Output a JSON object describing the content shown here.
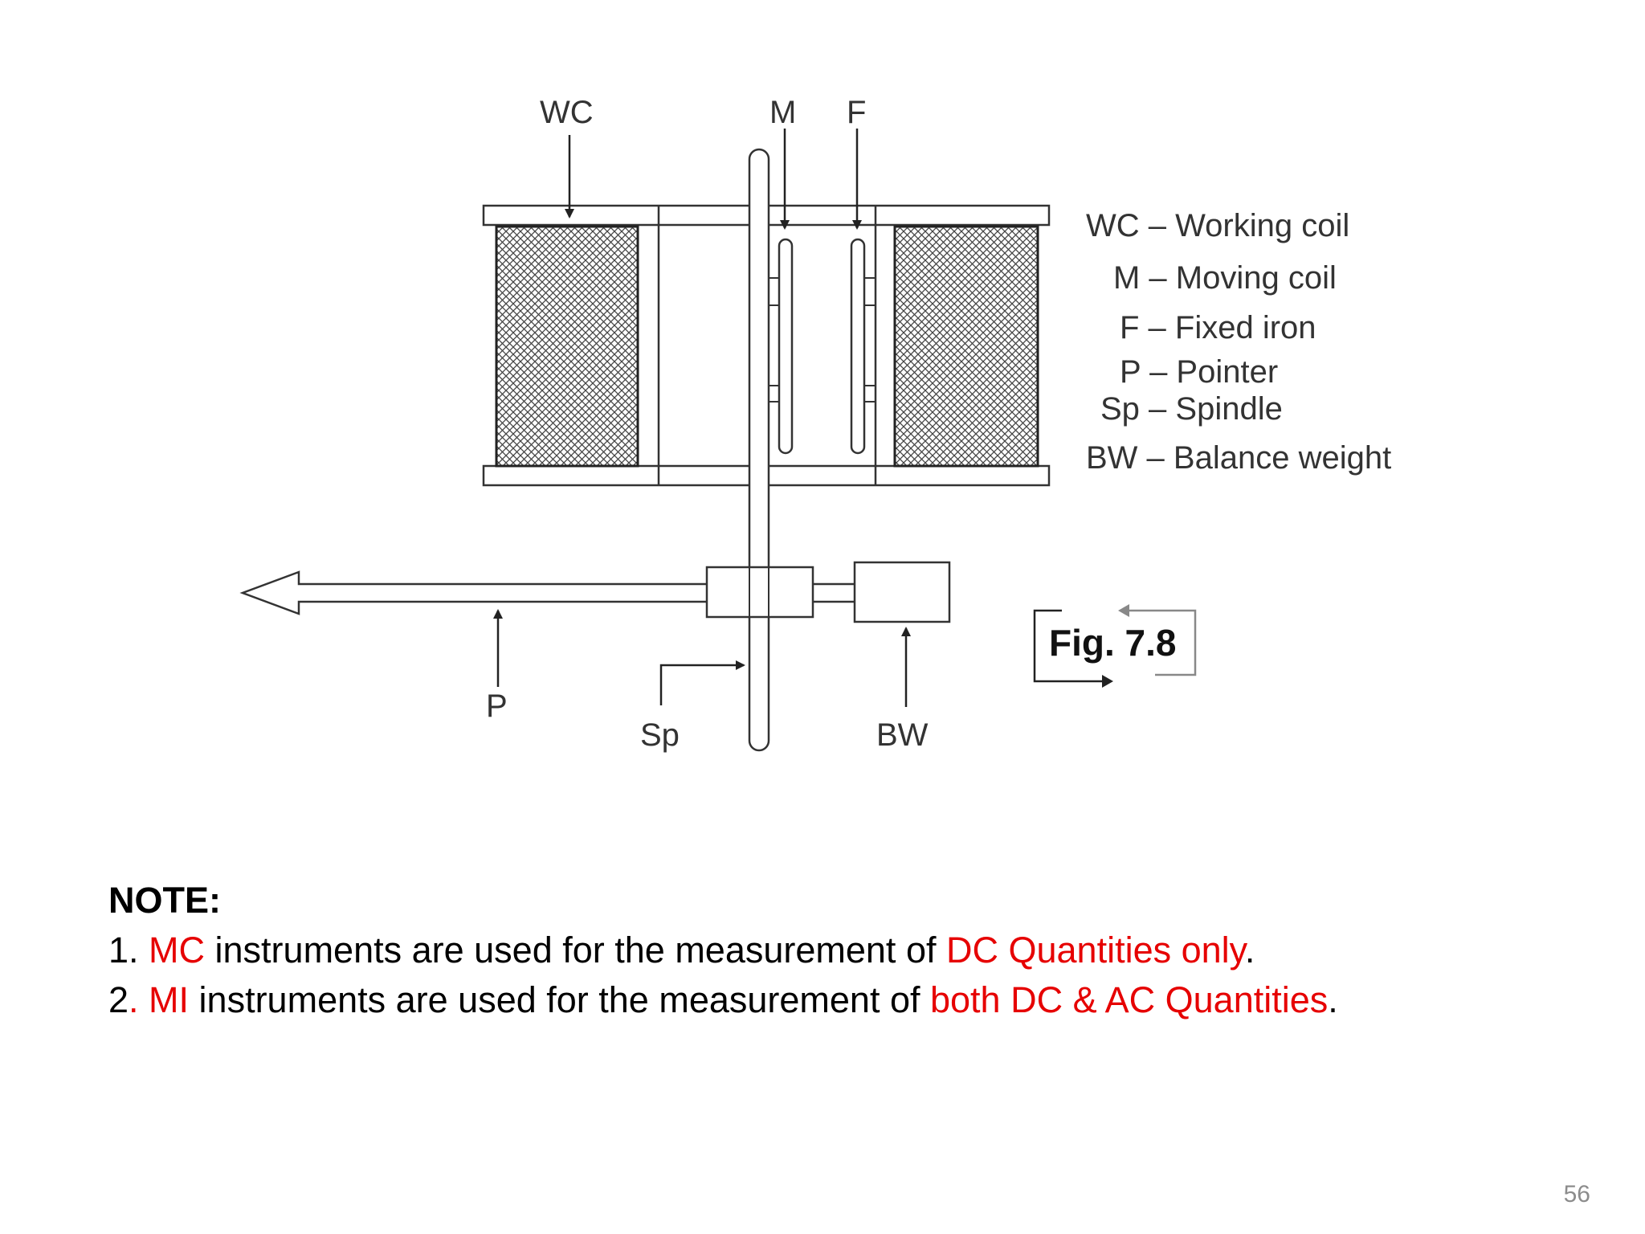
{
  "diagram": {
    "labels": {
      "wc": "WC",
      "m": "M",
      "f": "F",
      "p": "P",
      "sp": "Sp",
      "bw": "BW"
    },
    "legend": [
      "WC – Working coil",
      "M – Moving coil",
      "F – Fixed iron",
      "P – Pointer",
      "Sp – Spindle",
      "BW – Balance weight"
    ],
    "figure_caption": "Fig. 7.8"
  },
  "note": {
    "heading": "NOTE:",
    "line1": {
      "num": "1. ",
      "term": "MC",
      "text": " instruments are used for the measurement of ",
      "highlight": "DC Quantities only",
      "end": "."
    },
    "line2": {
      "num": "2",
      "num_dot": ". ",
      "term": "MI",
      "text": " instruments are used for the measurement of ",
      "highlight": "both DC & AC Quantities",
      "end": "."
    }
  },
  "page_number": "56",
  "colors": {
    "highlight": "#e60000",
    "text": "#000000",
    "page_number": "#8c8c8c"
  }
}
